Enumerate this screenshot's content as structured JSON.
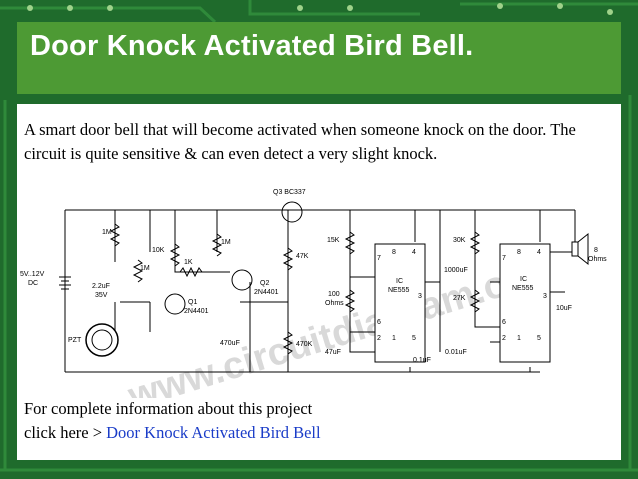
{
  "slide": {
    "title": "Door Knock Activated Bird Bell.",
    "intro": "A smart door bell that will become activated when someone knock on the door. The circuit is quite sensitive & can even detect a very slight knock.",
    "footer_line1": "For complete information about this project",
    "footer_prefix": "click here > ",
    "footer_link": "Door Knock Activated Bird Bell",
    "link_color": "#1a3cc8",
    "title_bar_color": "#4d9a34",
    "background_color": "#1f6b2c"
  },
  "schematic": {
    "watermark": "www.circuitdiagram.org",
    "supply": "5V..12V",
    "supply_dc": "DC",
    "q3": "Q3 BC337",
    "r_1m_a": "1M",
    "r_1m_b": "1M",
    "r_1m_c": "1M",
    "r_10k": "10K",
    "r_1k": "1K",
    "c_22uf": "2.2uF",
    "c_35v": "35V",
    "q1": "Q1",
    "q1_part": "2N4401",
    "q2": "Q2",
    "q2_part": "2N4401",
    "pzt": "PZT",
    "r_47k": "47K",
    "r_470k": "470K",
    "c_470uf": "470uF",
    "r_15k": "15K",
    "r_100": "100",
    "r_100_unit": "Ohms",
    "c_47uf": "47uF",
    "ic1": "IC",
    "ic1_part": "NE555",
    "c_1000uf": "1000uF",
    "c_01uf": "0.1uF",
    "r_30k": "30K",
    "r_27k": "27K",
    "c_001uf": "0.01uF",
    "ic2": "IC",
    "ic2_part": "NE555",
    "c_10uf": "10uF",
    "speaker": "8",
    "speaker_unit": "Ohms",
    "pin_7a": "7",
    "pin_8a": "8",
    "pin_4a": "4",
    "pin_6a": "6",
    "pin_3a": "3",
    "pin_2a": "2",
    "pin_1a": "1",
    "pin_5a": "5",
    "pin_7b": "7",
    "pin_8b": "8",
    "pin_4b": "4",
    "pin_6b": "6",
    "pin_3b": "3",
    "pin_2b": "2",
    "pin_1b": "1",
    "pin_5b": "5"
  }
}
